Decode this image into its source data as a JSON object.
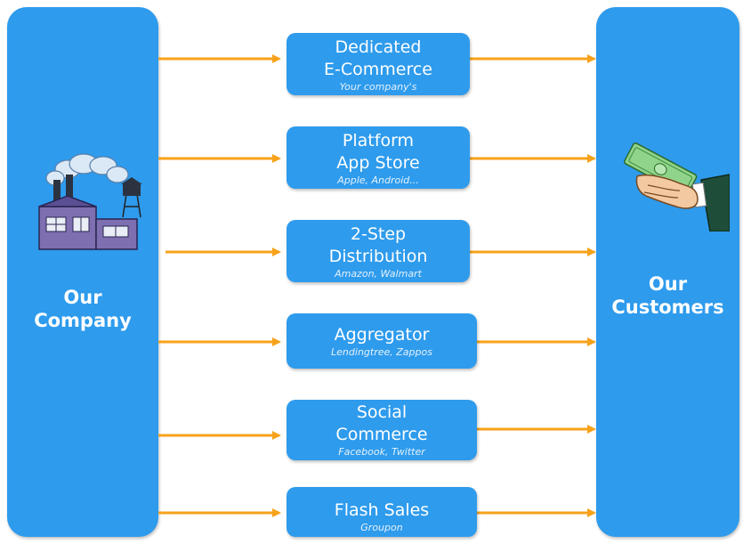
{
  "left_panel": {
    "label": "Our\nCompany",
    "icon": "factory-icon"
  },
  "right_panel": {
    "label": "Our\nCustomers",
    "icon": "hand-with-money-icon"
  },
  "channels": [
    {
      "title": "Dedicated\nE-Commerce",
      "subtitle": "Your company's"
    },
    {
      "title": "Platform\nApp Store",
      "subtitle": "Apple, Android..."
    },
    {
      "title": "2-Step\nDistribution",
      "subtitle": "Amazon, Walmart"
    },
    {
      "title": "Aggregator",
      "subtitle": "Lendingtree, Zappos"
    },
    {
      "title": "Social\nCommerce",
      "subtitle": "Facebook, Twitter"
    },
    {
      "title": "Flash Sales",
      "subtitle": "Groupon"
    }
  ],
  "colors": {
    "box": "#2e9bed",
    "arrow": "#f7a21b",
    "text": "#ffffff"
  }
}
